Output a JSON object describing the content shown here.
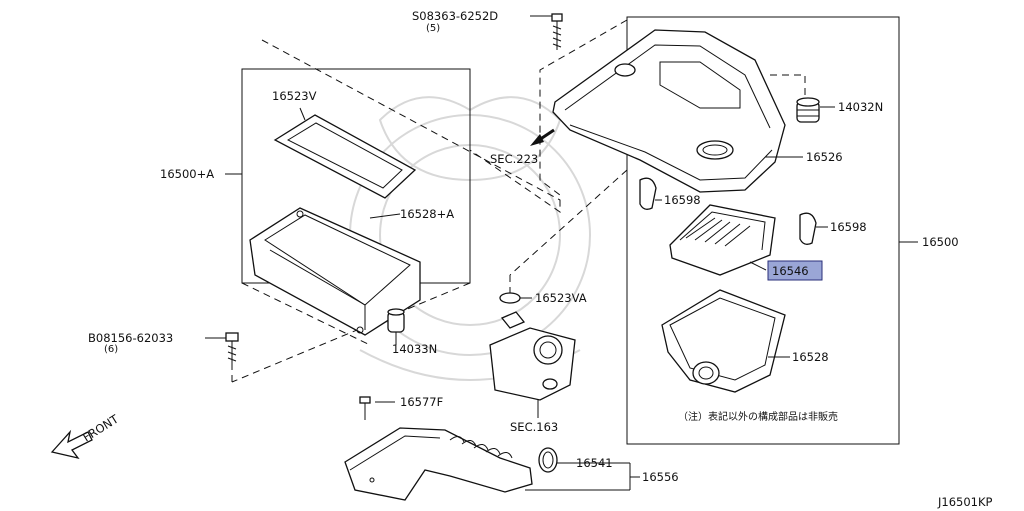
{
  "labels": {
    "bolt_top": "S08363-6252D",
    "bolt_top_qty": "(5)",
    "grommet": "14032N",
    "sec_223": "SEC.223",
    "cover_upper": "16526",
    "clip_left": "16598",
    "clip_right": "16598",
    "assembly": "16500",
    "element": "16546",
    "case_lower": "16528",
    "note_jp": "（注）表記以外の構成部品は非販売",
    "seal_upper": "16523V",
    "assembly_a": "16500+A",
    "case_a": "16528+A",
    "seal_va": "16523VA",
    "bolt_left": "B08156-62033",
    "bolt_left_qty": "(6)",
    "mount_rubber": "14033N",
    "clamp": "16577F",
    "sec_163": "SEC.163",
    "ring": "16541",
    "duct": "16556",
    "front": "FRONT",
    "diagram_code": "J16501KP"
  },
  "colors": {
    "highlight_fill": "#9aa6d6",
    "highlight_stroke": "#2a2f7a",
    "line": "#111111",
    "watermark": "#d8d8d8"
  }
}
